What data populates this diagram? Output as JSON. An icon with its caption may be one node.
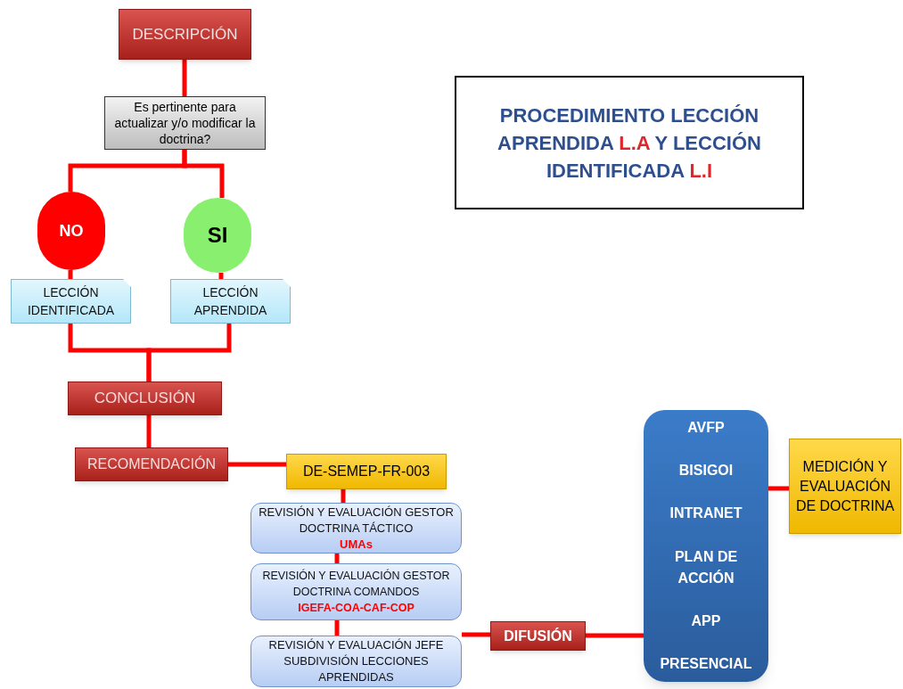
{
  "diagram": {
    "nodes": [
      {
        "text": [
          "DESCRIPCIÓN"
        ]
      },
      {
        "text": [
          "Es pertinente para actualizar y/o modificar la doctrina?"
        ]
      },
      {
        "text": [
          "NO"
        ]
      },
      {
        "text": [
          "SI"
        ]
      },
      {
        "text": [
          "LECCIÓN IDENTIFICADA"
        ]
      },
      {
        "text": [
          "LECCIÓN APRENDIDA"
        ]
      },
      {
        "text": [
          "CONCLUSIÓN"
        ]
      },
      {
        "text": [
          "RECOMENDACIÓN"
        ]
      },
      {
        "text": [
          "DE-SEMEP-FR-003"
        ]
      },
      {
        "text": [
          "REVISIÓN Y EVALUACIÓN GESTOR DOCTRINA TÁCTICO",
          "UMAs"
        ]
      },
      {
        "text": [
          "REVISIÓN Y EVALUACIÓN GESTOR DOCTRINA COMANDOS",
          "IGEFA-COA-CAF-COP"
        ]
      },
      {
        "text": [
          "REVISIÓN Y EVALUACIÓN JEFE SUBDIVISIÓN LECCIONES APRENDIDAS"
        ]
      },
      {
        "text": [
          "DIFUSIÓN"
        ]
      },
      {
        "text": [
          "AVFP",
          "BISIGOI",
          "INTRANET",
          "PLAN DE ACCIÓN",
          "APP",
          "PRESENCIAL"
        ]
      },
      {
        "text": [
          "MEDICIÓN Y EVALUACIÓN DE DOCTRINA"
        ]
      },
      {
        "text": [
          "PROCEDIMIENTO LECCIÓN APRENDIDA",
          "L.A",
          "Y LECCIÓN IDENTIFICADA",
          "L.I"
        ]
      }
    ],
    "edges": [
      {
        "from": 0,
        "to": 1,
        "arrow": "none"
      },
      {
        "from": 1,
        "to": 2,
        "arrow": "none"
      },
      {
        "from": 1,
        "to": 3,
        "arrow": "none"
      },
      {
        "from": 2,
        "to": 4,
        "arrow": "none"
      },
      {
        "from": 3,
        "to": 5,
        "arrow": "none"
      },
      {
        "from": 4,
        "to": 6,
        "arrow": "none"
      },
      {
        "from": 5,
        "to": 6,
        "arrow": "none"
      },
      {
        "from": 6,
        "to": 7,
        "arrow": "none"
      },
      {
        "from": 7,
        "to": 8,
        "arrow": "none"
      },
      {
        "from": 8,
        "to": 9,
        "arrow": "none"
      },
      {
        "from": 9,
        "to": 10,
        "arrow": "none"
      },
      {
        "from": 10,
        "to": 11,
        "arrow": "none"
      },
      {
        "from": 11,
        "to": 12,
        "arrow": "none"
      },
      {
        "from": 12,
        "to": 13,
        "arrow": "none"
      },
      {
        "from": 13,
        "to": 14,
        "arrow": "none"
      }
    ]
  }
}
